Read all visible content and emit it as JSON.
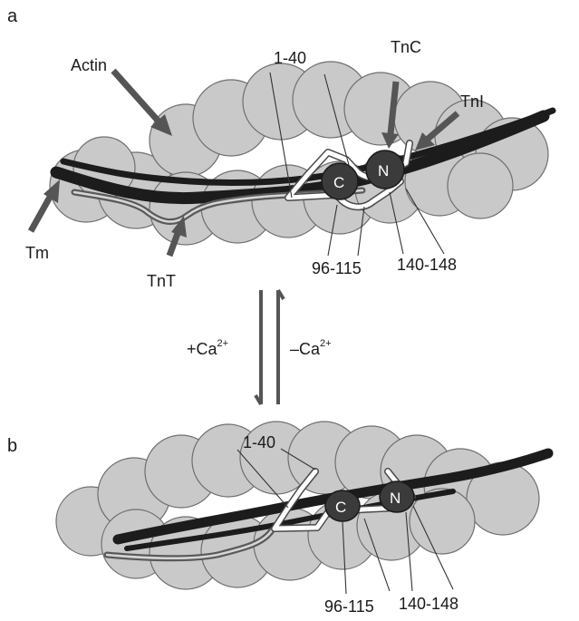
{
  "panels": {
    "a": {
      "letter": "a",
      "labels": {
        "actin": "Actin",
        "tm": "Tm",
        "tnt": "TnT",
        "tnc": "TnC",
        "tni": "TnI",
        "seg_1_40": "1-40",
        "seg_96_115": "96-115",
        "seg_140_148": "140-148",
        "lobe_c": "C",
        "lobe_n": "N"
      }
    },
    "b": {
      "letter": "b",
      "labels": {
        "seg_1_40": "1-40",
        "seg_96_115": "96-115",
        "seg_140_148": "140-148",
        "lobe_c": "C",
        "lobe_n": "N"
      }
    }
  },
  "equilibrium": {
    "forward": {
      "prefix": "+Ca",
      "superscript": "2+"
    },
    "reverse": {
      "prefix": "–Ca",
      "superscript": "2+"
    }
  },
  "colors": {
    "actin": "#c9c9c9",
    "tropomyosin": "#1c1c1c",
    "tnt": "#5a5a5a",
    "tni": "#ffffff",
    "tnc": "#3b3b3b",
    "arrows": "#555555"
  }
}
